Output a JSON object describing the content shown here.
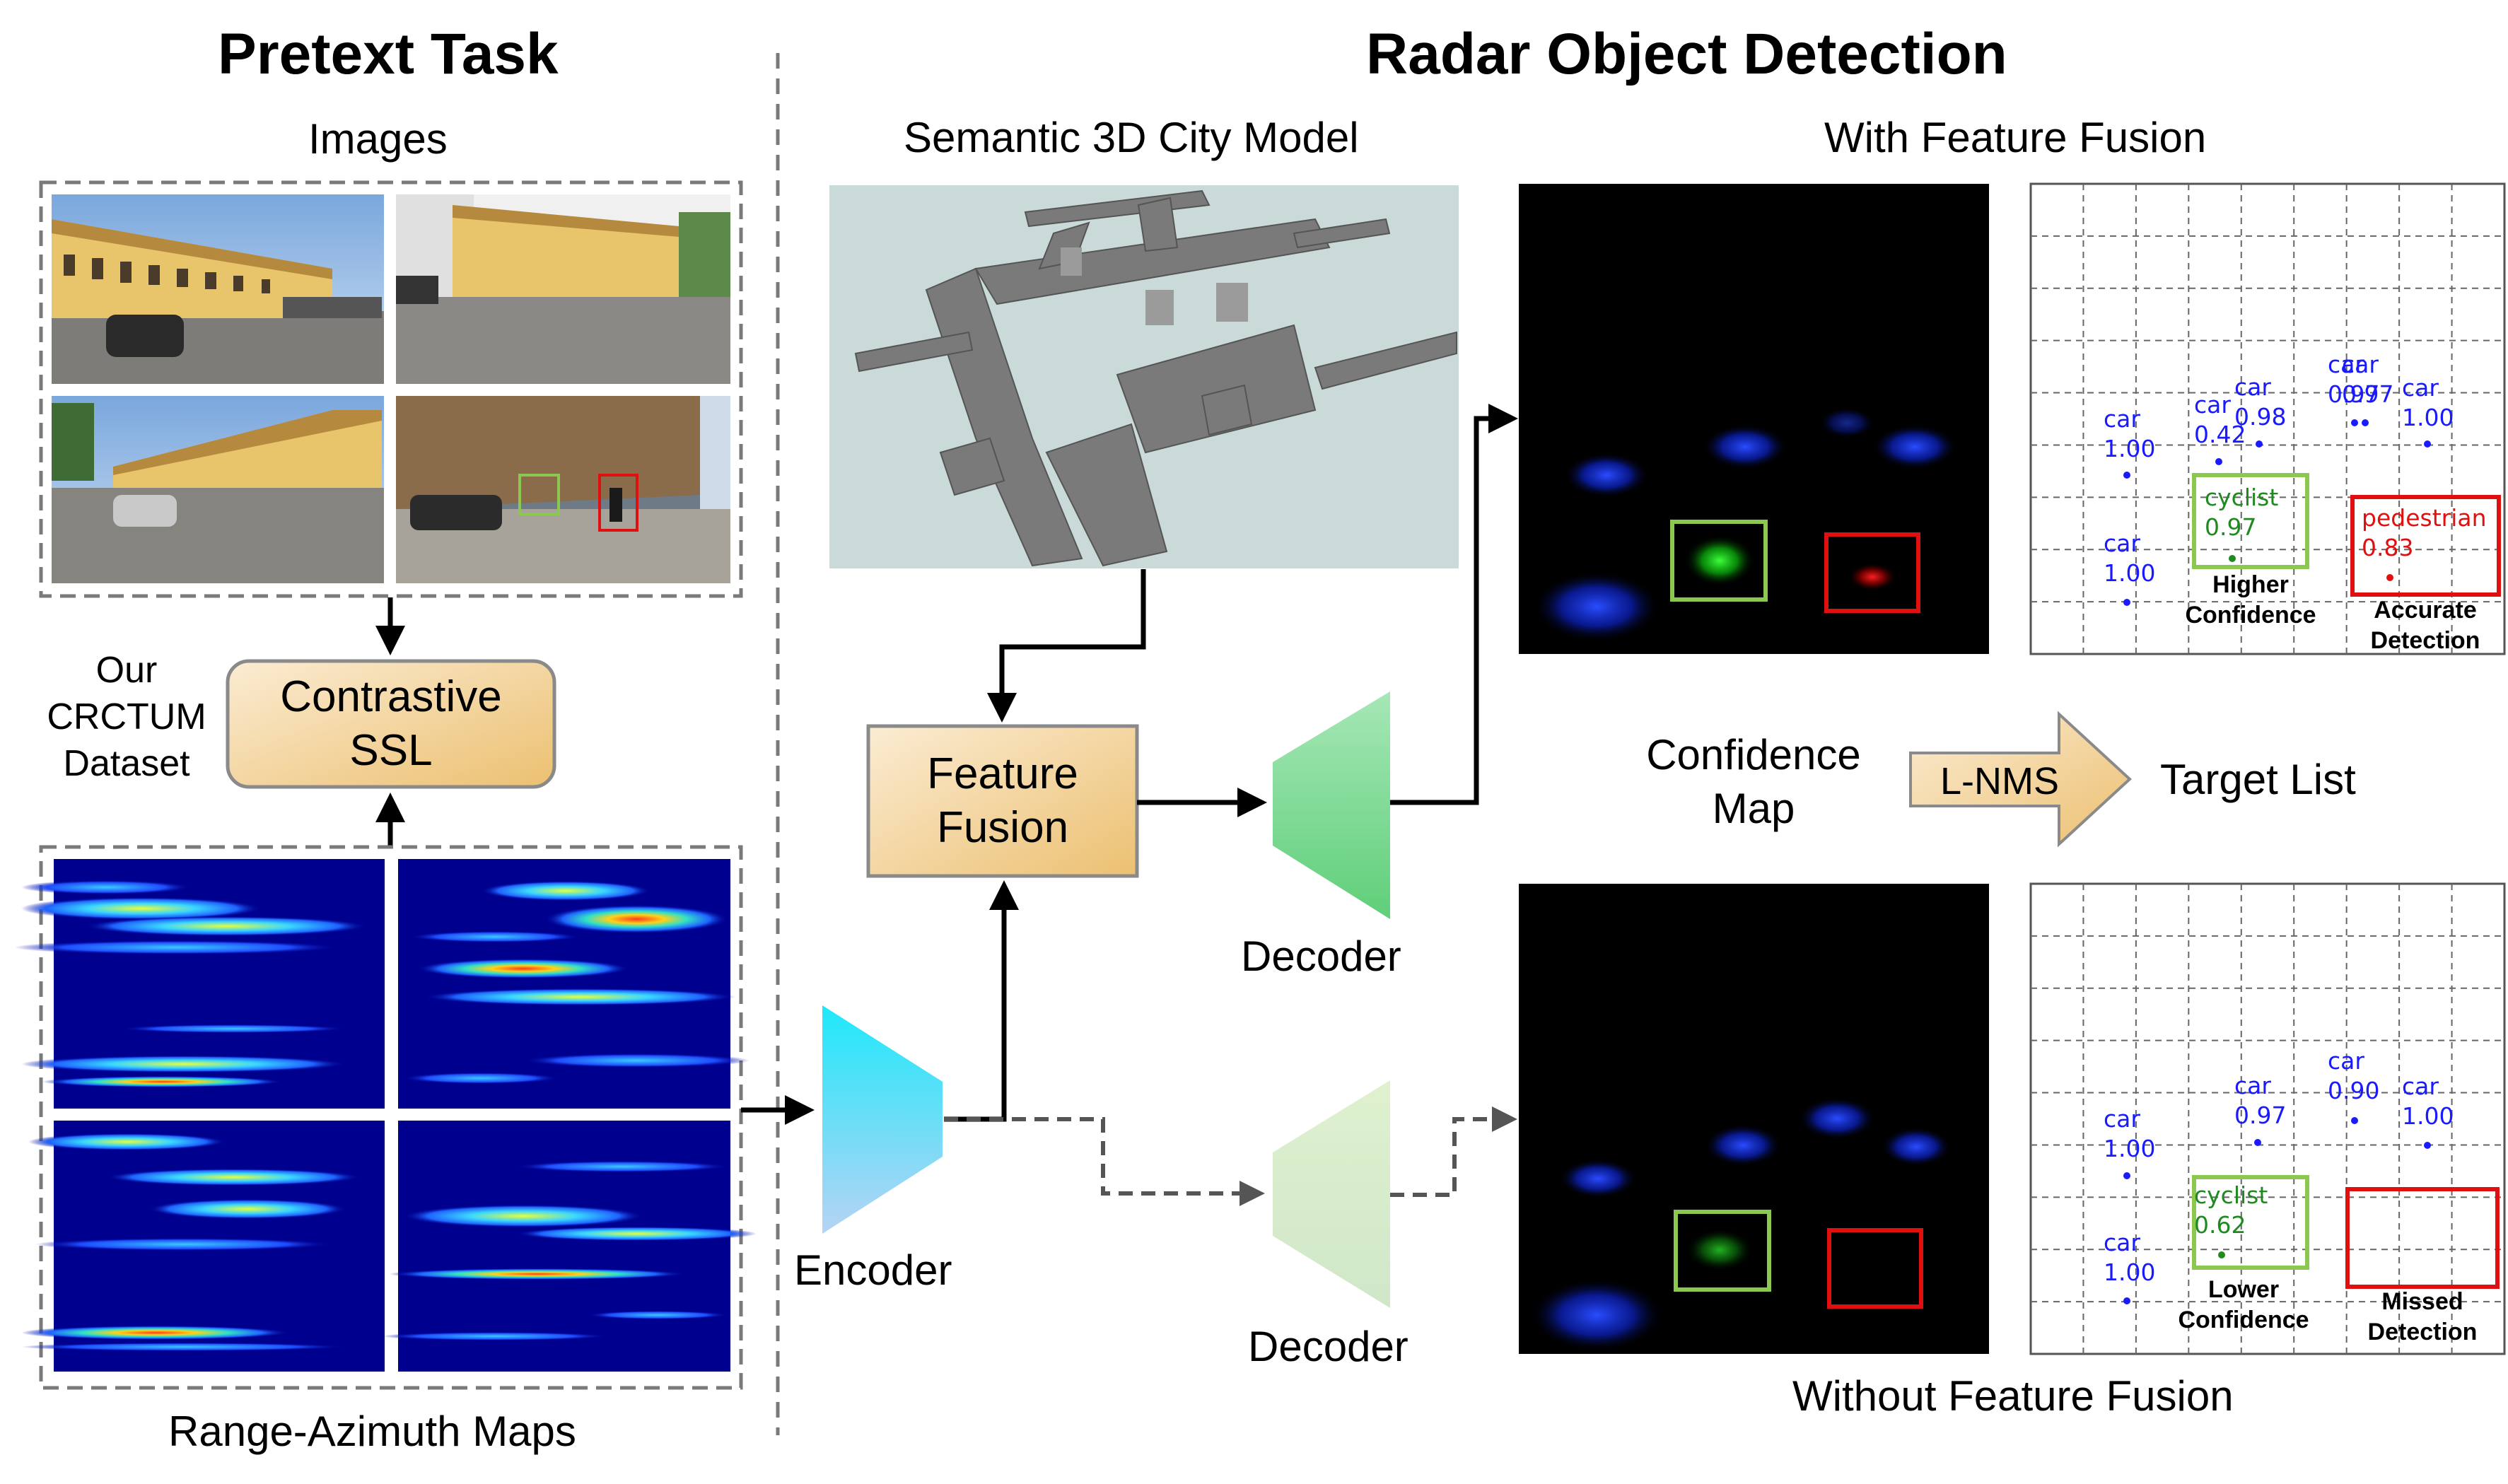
{
  "headings": {
    "pretext_task": "Pretext Task",
    "radar_object_detection": "Radar Object Detection"
  },
  "labels": {
    "images": "Images",
    "semantic_city_model": "Semantic 3D City Model",
    "with_feature_fusion": "With Feature Fusion",
    "without_feature_fusion": "Without Feature Fusion",
    "range_azimuth_maps": "Range-Azimuth Maps",
    "dataset_line1": "Our",
    "dataset_line2": "CRCTUM",
    "dataset_line3": "Dataset",
    "encoder": "Encoder",
    "decoder_top": "Decoder",
    "decoder_bottom": "Decoder",
    "confidence_map_line1": "Confidence",
    "confidence_map_line2": "Map",
    "lnms": "L-NMS",
    "target_list": "Target List"
  },
  "blocks": {
    "contrastive_ssl_line1": "Contrastive",
    "contrastive_ssl_line2": "SSL",
    "feature_fusion_line1": "Feature",
    "feature_fusion_line2": "Fusion"
  },
  "detections_with_fusion": [
    {
      "cls": "car",
      "score": "1.00"
    },
    {
      "cls": "car",
      "score": "1.00"
    },
    {
      "cls": "car",
      "score": "0.42"
    },
    {
      "cls": "car",
      "score": "0.98"
    },
    {
      "cls": "car",
      "score": "0.97"
    },
    {
      "cls": "car",
      "score": "0.97"
    },
    {
      "cls": "car",
      "score": "1.00"
    },
    {
      "cls": "cyclist",
      "score": "0.97"
    },
    {
      "cls": "pedestrian",
      "score": "0.83"
    }
  ],
  "detections_without_fusion": [
    {
      "cls": "car",
      "score": "1.00"
    },
    {
      "cls": "car",
      "score": "1.00"
    },
    {
      "cls": "car",
      "score": "0.97"
    },
    {
      "cls": "car",
      "score": "0.90"
    },
    {
      "cls": "car",
      "score": "1.00"
    },
    {
      "cls": "cyclist",
      "score": "0.62"
    }
  ],
  "annotations": {
    "higher_confidence_line1": "Higher",
    "higher_confidence_line2": "Confidence",
    "accurate_detection_line1": "Accurate",
    "accurate_detection_line2": "Detection",
    "lower_confidence_line1": "Lower",
    "lower_confidence_line2": "Confidence",
    "missed_detection_line1": "Missed",
    "missed_detection_line2": "Detection"
  },
  "colors": {
    "car": "#1a1aff",
    "cyclist": "#1f8a1f",
    "pedestrian": "#e01010",
    "box_green": "#8cc850",
    "box_red": "#e01010",
    "block_fill_light": "#fbecd3",
    "block_fill_dark": "#ecc071"
  }
}
